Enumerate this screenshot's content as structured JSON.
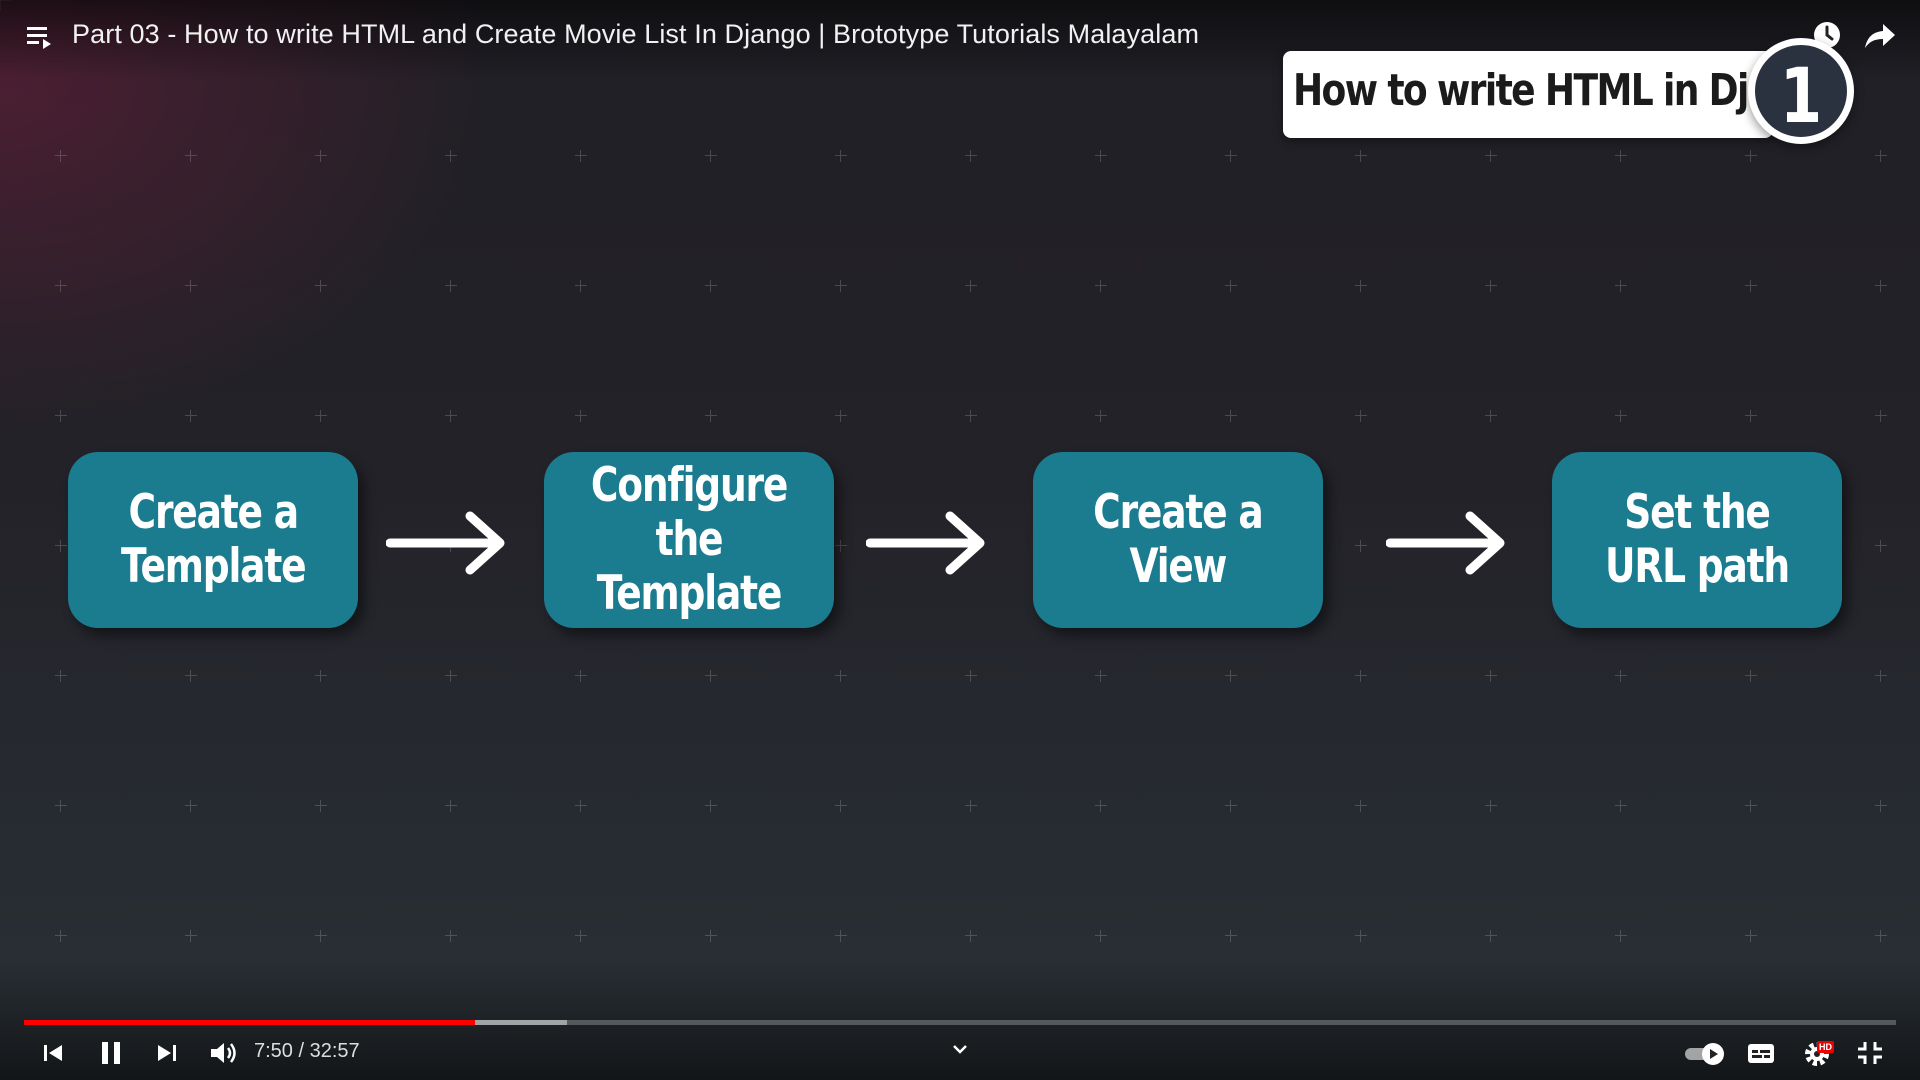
{
  "header": {
    "title": "Part 03 - How to write HTML and Create Movie List In Django | Brototype Tutorials Malayalam"
  },
  "banner": {
    "text": "How to write HTML in Django",
    "number": "1"
  },
  "steps": [
    {
      "label": "Create a\nTemplate"
    },
    {
      "label": "Configure the\nTemplate"
    },
    {
      "label": "Create a\nView"
    },
    {
      "label": "Set the\nURL path"
    }
  ],
  "player": {
    "time": "7:50 / 32:57",
    "played_fraction": 0.241,
    "buffered_fraction": 0.29,
    "hd_badge": "HD"
  },
  "colors": {
    "step_fill": "#1b7b8f",
    "progress_played": "#ff0000"
  },
  "icons": {
    "playlist": "playlist-icon",
    "watch_later": "clock-icon",
    "share": "share-icon",
    "previous": "skip-previous-icon",
    "pause": "pause-icon",
    "next": "skip-next-icon",
    "volume": "volume-icon",
    "expand": "chevron-down-icon",
    "autoplay": "autoplay-toggle-icon",
    "captions": "captions-icon",
    "settings": "gear-icon",
    "exit_fullscreen": "exit-fullscreen-icon"
  }
}
